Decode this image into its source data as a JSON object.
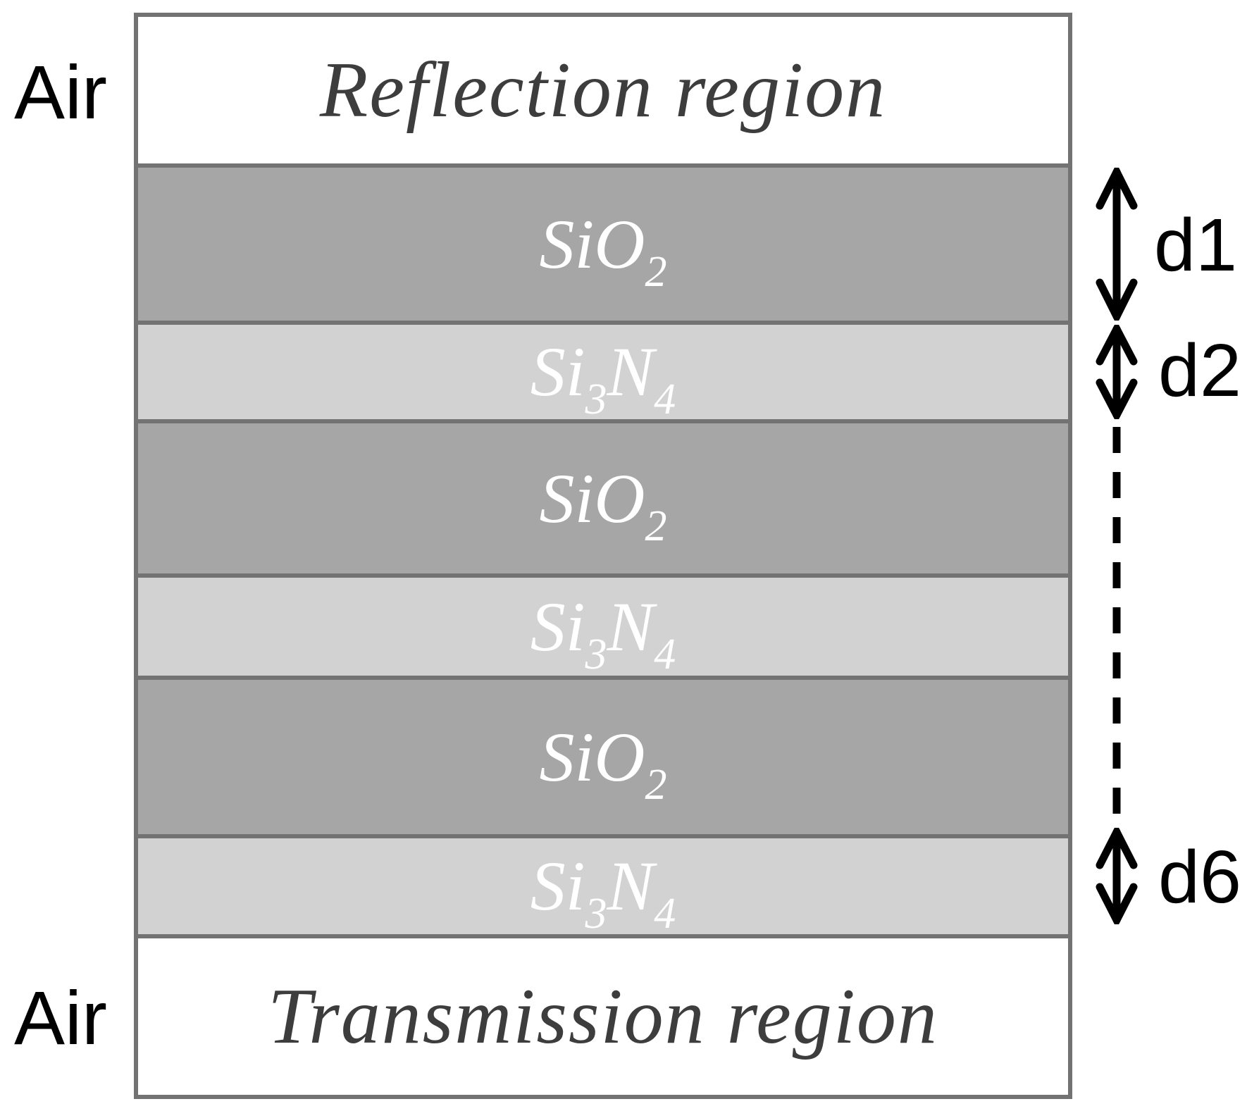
{
  "figure": {
    "air_label_top": "Air",
    "air_label_bottom": "Air"
  },
  "stack": {
    "layers": [
      {
        "kind": "air",
        "label": "Reflection region"
      },
      {
        "kind": "SiO2",
        "formula": {
          "b1": "SiO",
          "s1": "2"
        }
      },
      {
        "kind": "Si3N4",
        "formula": {
          "b1": "Si",
          "s1": "3",
          "b2": "N",
          "s2": "4"
        }
      },
      {
        "kind": "SiO2",
        "formula": {
          "b1": "SiO",
          "s1": "2"
        }
      },
      {
        "kind": "Si3N4",
        "formula": {
          "b1": "Si",
          "s1": "3",
          "b2": "N",
          "s2": "4"
        }
      },
      {
        "kind": "SiO2",
        "formula": {
          "b1": "SiO",
          "s1": "2"
        }
      },
      {
        "kind": "Si3N4",
        "formula": {
          "b1": "Si",
          "s1": "3",
          "b2": "N",
          "s2": "4"
        }
      },
      {
        "kind": "air",
        "label": "Transmission region"
      }
    ]
  },
  "annotations": {
    "d1": "d1",
    "d2": "d2",
    "d6": "d6"
  },
  "colors": {
    "sio2_fill": "#a6a6a6",
    "si3n4_fill": "#d2d2d2",
    "air_fill": "#ffffff",
    "border": "#737373",
    "region_text": "#3d3d3d",
    "formula_text": "#ffffff",
    "annotation_text": "#000000"
  }
}
